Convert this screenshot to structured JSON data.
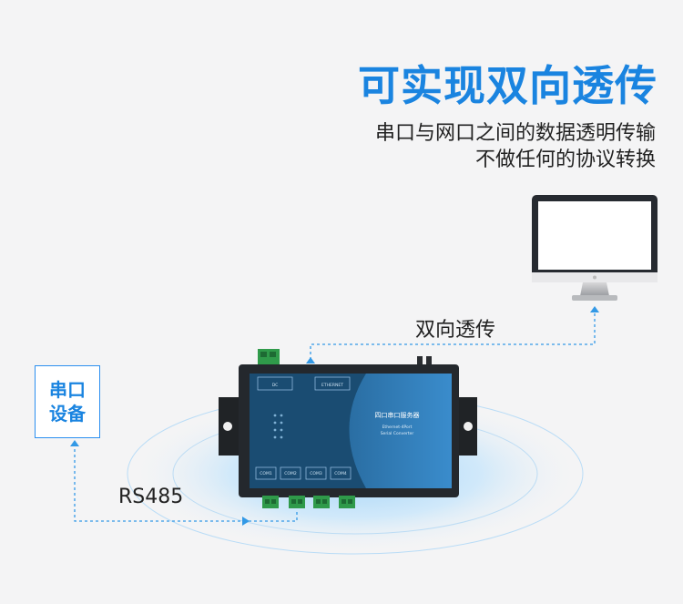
{
  "headline": "可实现双向透传",
  "subtitle_lines": [
    "串口与网口之间的数据透明传输",
    "不做任何的协议转换"
  ],
  "serial_device": {
    "line1": "串口",
    "line2": "设备"
  },
  "link_labels": {
    "network": "双向透传",
    "serial": "RS485"
  },
  "device": {
    "name_cn": "四口串口服务器",
    "name_en_1": "Ethernet-4Port",
    "name_en_2": "Serial Converter",
    "ports": [
      "COM1",
      "COM2",
      "COM3",
      "COM4"
    ],
    "power_label": "DC",
    "network_label": "ETHERNET"
  },
  "colors": {
    "accent": "#1a84e0",
    "dashed": "#3399e6",
    "device_body": "#1f5c86",
    "device_panel": "#2b73a9"
  }
}
